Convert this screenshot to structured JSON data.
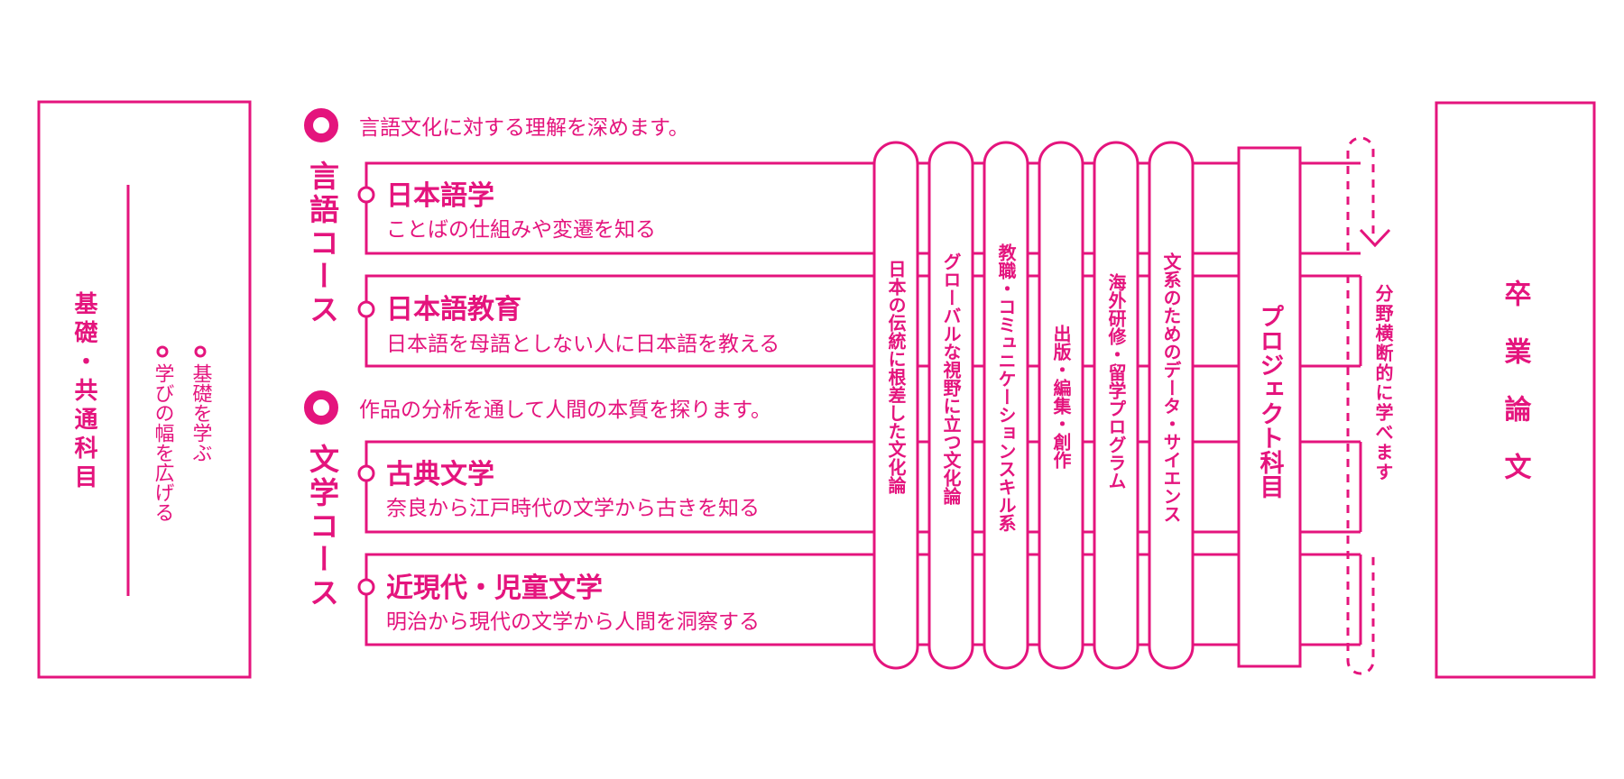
{
  "left_box": {
    "title": "基礎・共通科目",
    "bullets": [
      "基礎を学ぶ",
      "学びの幅を広げる"
    ]
  },
  "courses": [
    {
      "name": "言語コース",
      "description": "言語文化に対する理解を深めます。",
      "subjects": [
        {
          "title": "日本語学",
          "subtitle": "ことばの仕組みや変遷を知る"
        },
        {
          "title": "日本語教育",
          "subtitle": "日本語を母語としない人に日本語を教える"
        }
      ]
    },
    {
      "name": "文学コース",
      "description": "作品の分析を通して人間の本質を探ります。",
      "subjects": [
        {
          "title": "古典文学",
          "subtitle": "奈良から江戸時代の文学から古きを知る"
        },
        {
          "title": "近現代・児童文学",
          "subtitle": "明治から現代の文学から人間を洞察する"
        }
      ]
    }
  ],
  "cross_subjects": [
    "日本の伝統に根差した文化論",
    "グローバルな視野に立つ文化論",
    "教職・コミュニケーションスキル系",
    "出版・編集・創作",
    "海外研修・留学プログラム",
    "文系のためのデータ・サイエンス"
  ],
  "project": "プロジェクト科目",
  "cross_field_note": "分野横断的に学べます",
  "graduation": "卒業論文",
  "colors": {
    "accent": "#e4147d",
    "background": "#ffffff"
  }
}
